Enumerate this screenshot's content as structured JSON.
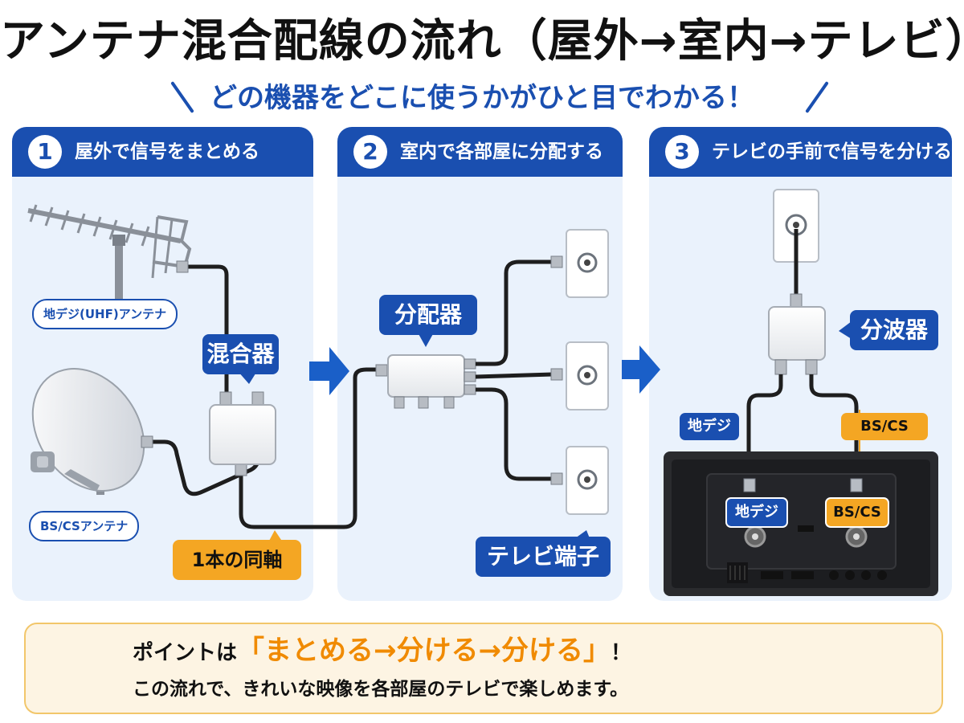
{
  "title": "アンテナ混合配線の流れ（屋外→室内→テレビ）",
  "subtitle": "どの機器をどこに使うかがひと目でわかる！",
  "steps": [
    {
      "number": "1",
      "title": "屋外で信号をまとめる"
    },
    {
      "number": "2",
      "title": "室内で各部屋に分配する"
    },
    {
      "number": "3",
      "title": "テレビの手前で信号を分ける"
    }
  ],
  "labels": {
    "uhf_antenna": "地デジ(UHF)アンテナ",
    "bs_antenna": "BS/CSアンテナ",
    "mixer": "混合器",
    "single_cable": "1本の同軸",
    "distributor": "分配器",
    "tv_outlet": "テレビ端子",
    "separator": "分波器",
    "terrestrial": "地デジ",
    "bscs": "BS/CS"
  },
  "point": {
    "prefix": "ポイントは",
    "highlight": "「まとめる→分ける→分ける」",
    "suffix": "！",
    "line2": "この流れで、きれいな映像を各部屋のテレビで楽しめます。"
  },
  "colors": {
    "primary_blue": "#1a4fb0",
    "panel_bg": "#eaf2fc",
    "accent_orange": "#f4a623",
    "highlight_orange": "#f08a00"
  }
}
